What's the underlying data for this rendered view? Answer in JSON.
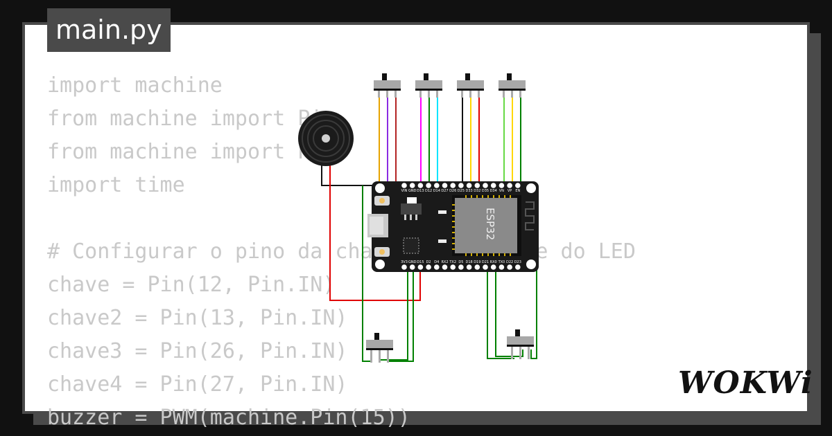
{
  "editor": {
    "filename": "main.py",
    "code_lines": [
      "import machine",
      "from machine import Pin",
      "from machine import PWM",
      "import time",
      "",
      "# Configurar o pino da chave de controle do LED",
      "chave = Pin(12, Pin.IN)",
      "chave2 = Pin(13, Pin.IN)",
      "chave3 = Pin(26, Pin.IN)",
      "chave4 = Pin(27, Pin.IN)",
      "buzzer = PWM(machine.Pin(15))"
    ]
  },
  "board": {
    "chip_label": "ESP32",
    "top_pins": [
      "VIN",
      "GND",
      "D13",
      "D12",
      "D14",
      "D27",
      "D26",
      "D25",
      "D33",
      "D32",
      "D35",
      "D34",
      "VN",
      "VP",
      "EN"
    ],
    "bottom_pins": [
      "3V3",
      "GND",
      "D15",
      "D2",
      "D4",
      "RX2",
      "TX2",
      "D5",
      "D18",
      "D19",
      "D21",
      "RX0",
      "TX0",
      "D22",
      "D23"
    ]
  },
  "brand": {
    "name": "WOKWi"
  },
  "colors": {
    "background": "#111111",
    "frame": "#4a4a4a",
    "board": "#1a1a1a",
    "code_text": "#c9c9c9",
    "wire_green": "#008000",
    "wire_red": "#e00000",
    "wire_yellow": "#ffd800",
    "wire_magenta": "#ff00ff",
    "wire_cyan": "#00e5ff",
    "wire_lime": "#66d944"
  },
  "icons": [
    "buzzer-icon",
    "slide-switch-icon",
    "esp32-board-icon",
    "wokwi-logo"
  ]
}
